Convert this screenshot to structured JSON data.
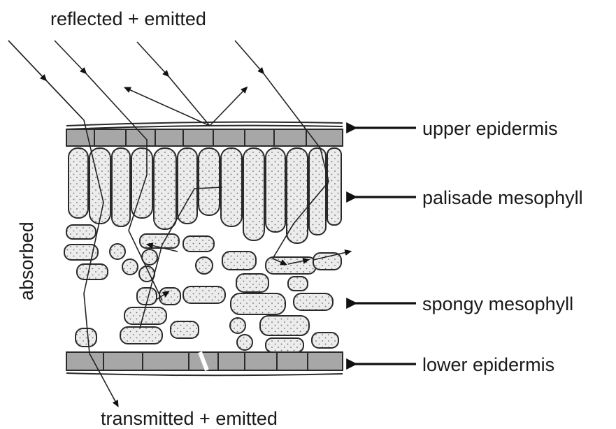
{
  "title": "",
  "labels": {
    "top": "reflected + emitted",
    "bottom": "transmitted + emitted",
    "left": "absorbed"
  },
  "layers": [
    {
      "key": "upper",
      "label": "upper epidermis"
    },
    {
      "key": "palisade",
      "label": "palisade mesophyll"
    },
    {
      "key": "spongy",
      "label": "spongy mesophyll"
    },
    {
      "key": "lower",
      "label": "lower epidermis"
    }
  ],
  "colors": {
    "epidermis_fill": "#a7a7a7",
    "cell_fill": "#e9e9e9",
    "line": "#2a2a2a",
    "background": "#ffffff"
  }
}
